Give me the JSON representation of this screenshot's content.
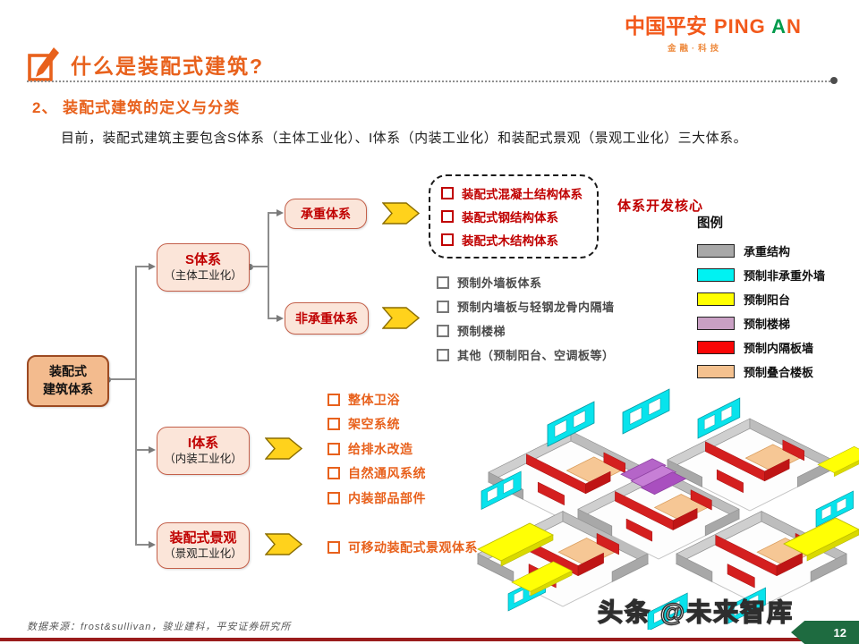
{
  "theme": {
    "accent_orange": "#E8611C",
    "brand_orange": "#F2591B",
    "red": "#C00000",
    "maroon_bar": "#9A1C1C",
    "page_flag_green": "#1E6B40",
    "chevron_yellow": "#FFD21C"
  },
  "logo": {
    "zh": "中国平安",
    "en_left": "PING",
    "en_a": "A",
    "en_right": "N",
    "tagline": "金融·科技"
  },
  "header": {
    "title": "什么是装配式建筑?"
  },
  "section": {
    "heading": "2、 装配式建筑的定义与分类",
    "body": "目前，装配式建筑主要包含S体系（主体工业化）、I体系（内装工业化）和装配式景观（景观工业化）三大体系。"
  },
  "flowchart": {
    "root": {
      "line1": "装配式",
      "line2": "建筑体系"
    },
    "s_system": {
      "title": "S体系",
      "subtitle": "（主体工业化）"
    },
    "load_bearing": {
      "label": "承重体系"
    },
    "non_load_bearing": {
      "label": "非承重体系"
    },
    "i_system": {
      "title": "I体系",
      "subtitle": "（内装工业化）"
    },
    "landscape": {
      "title": "装配式景观",
      "subtitle": "（景观工业化）"
    },
    "core_note": "体系开发核心",
    "core_items": [
      "装配式混凝土结构体系",
      "装配式钢结构体系",
      "装配式木结构体系"
    ],
    "non_load_items": [
      "预制外墙板体系",
      "预制内墙板与轻钢龙骨内隔墙",
      "预制楼梯",
      "其他（预制阳台、空调板等）"
    ],
    "i_items": [
      "整体卫浴",
      "架空系统",
      "给排水改造",
      "自然通风系统",
      "内装部品部件"
    ],
    "landscape_items": [
      "可移动装配式景观体系"
    ]
  },
  "legend": {
    "title": "图例",
    "items": [
      {
        "label": "承重结构",
        "color": "#A8A8A8"
      },
      {
        "label": "预制非承重外墙",
        "color": "#00F2F2"
      },
      {
        "label": "预制阳台",
        "color": "#FFFF00"
      },
      {
        "label": "预制楼梯",
        "color": "#C9A0C4"
      },
      {
        "label": "预制内隔板墙",
        "color": "#F90606"
      },
      {
        "label": "预制叠合楼板",
        "color": "#F4C18F"
      }
    ]
  },
  "footer": {
    "source": "数据来源：frost&sullivan，骏业建科，平安证券研究所",
    "watermark": "头条 @未来智库",
    "page_number": "12"
  }
}
